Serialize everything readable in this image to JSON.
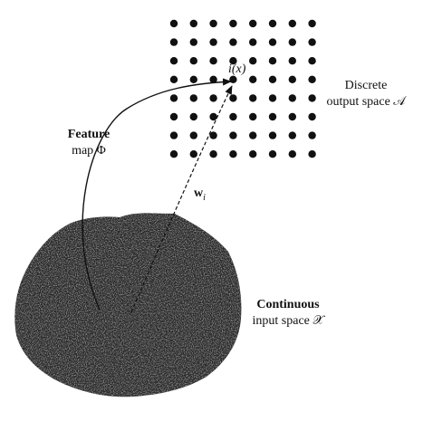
{
  "diagram": {
    "grid": {
      "rows": 8,
      "cols": 8
    },
    "labels": {
      "winner": "i(x)",
      "discrete_line1": "Discrete",
      "discrete_line2": "output space 𝒜",
      "feature_line1": "Feature",
      "feature_line2": "map Φ",
      "weight": "w",
      "weight_subscript": "i",
      "continuous_line1": "Continuous",
      "continuous_line2": "input space 𝒳"
    },
    "colors": {
      "ink": "#111111",
      "blob": "#2b2b2b",
      "background": "#ffffff"
    }
  }
}
